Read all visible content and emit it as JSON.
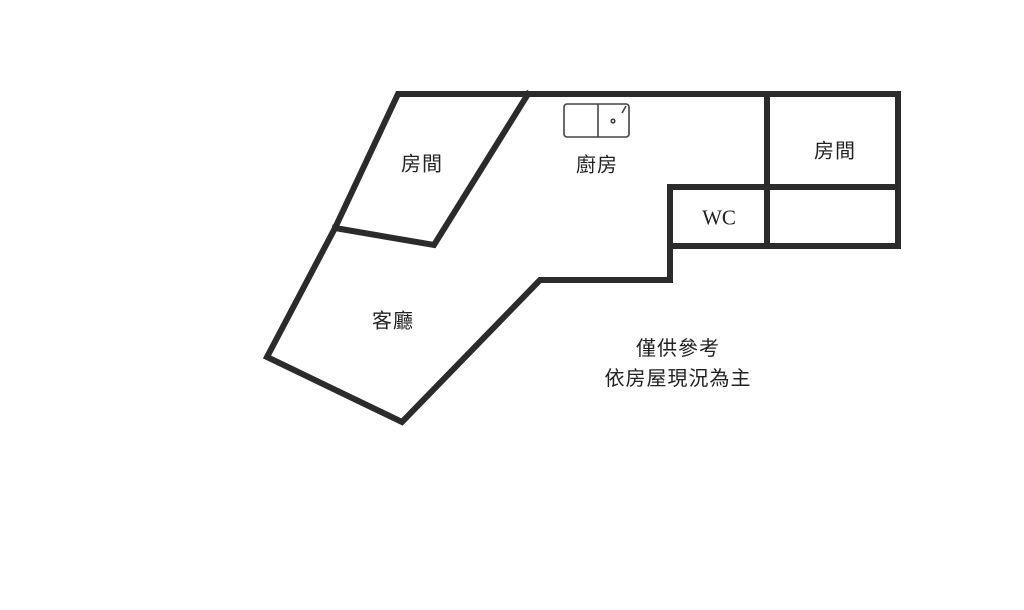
{
  "floorplan": {
    "wall_color": "#2b2b2b",
    "background": "#ffffff",
    "rooms": [
      {
        "id": "bedroom-left",
        "label": "房間"
      },
      {
        "id": "kitchen",
        "label": "廚房"
      },
      {
        "id": "bedroom-right",
        "label": "房間"
      },
      {
        "id": "wc",
        "label": "WC"
      },
      {
        "id": "living-room",
        "label": "客廳"
      },
      {
        "id": "storage",
        "label": ""
      }
    ],
    "fixtures": [
      {
        "id": "kitchen-sink",
        "icon": "sink-icon"
      }
    ]
  },
  "note": {
    "line1": "僅供參考",
    "line2": "依房屋現況為主"
  }
}
